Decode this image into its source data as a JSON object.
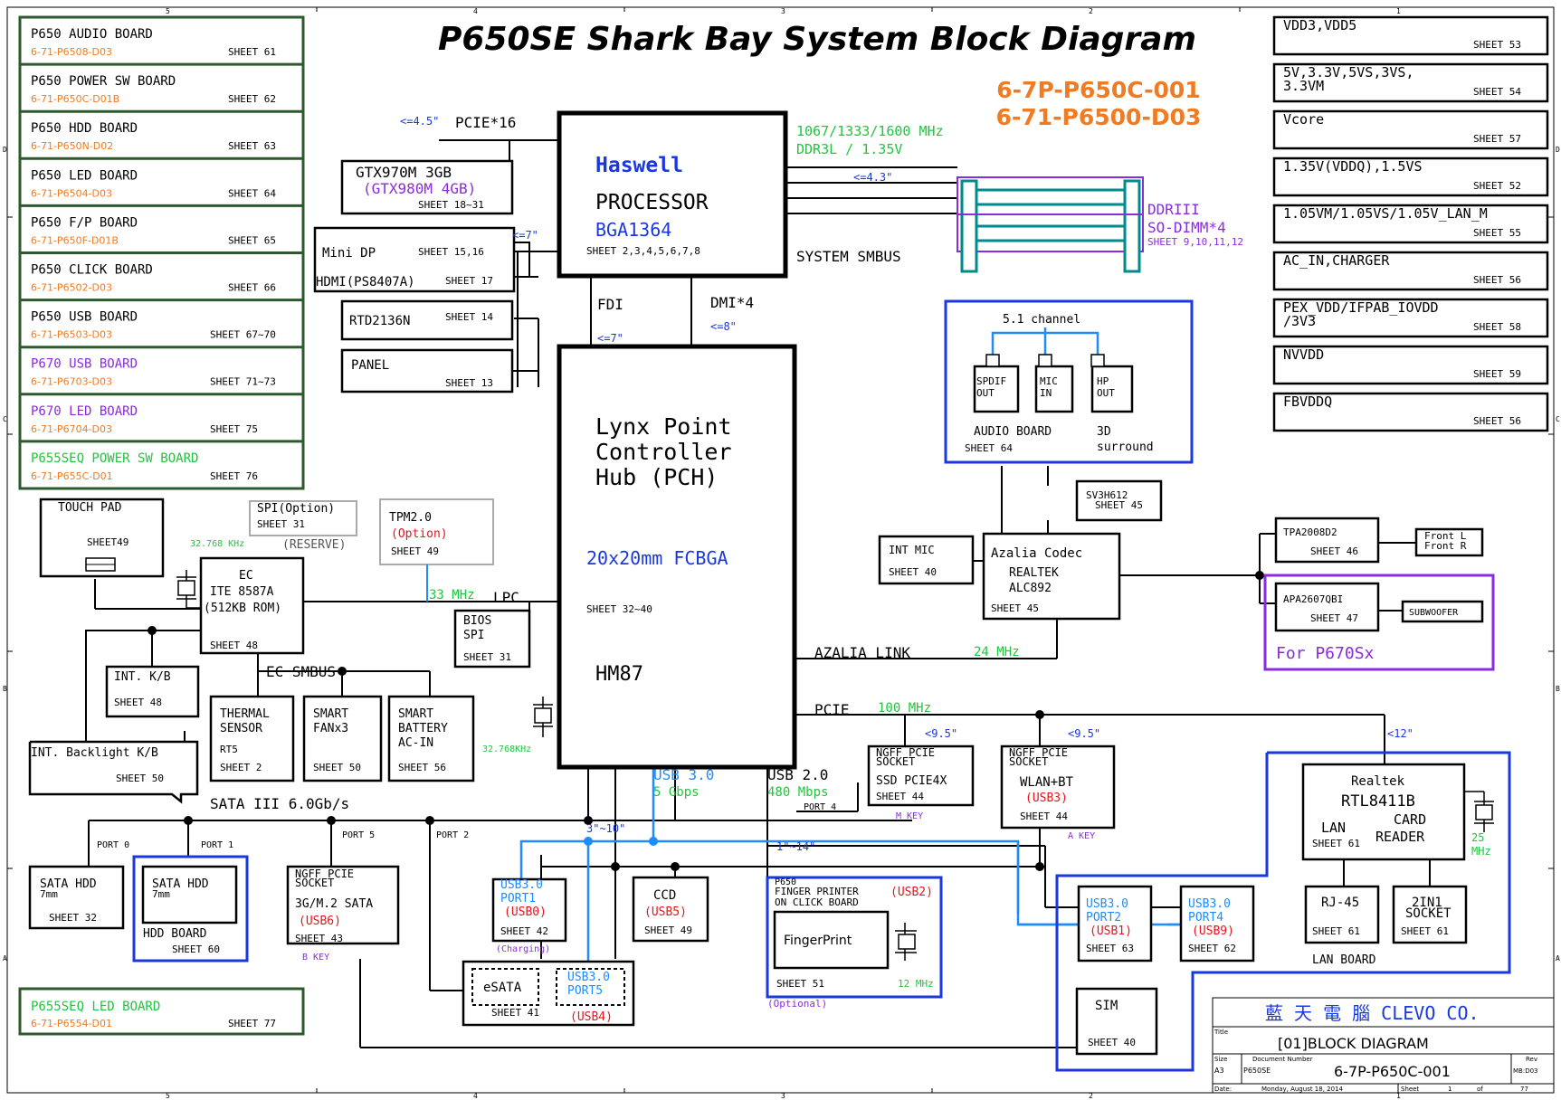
{
  "title": "P650SE Shark Bay System Block Diagram",
  "doc_numbers": [
    "6-7P-P650C-001",
    "6-71-P6500-D03"
  ],
  "colors": {
    "orange": "#f07b22",
    "purple": "#8a2be2",
    "green": "#21c53f",
    "blue": "#1a38e0",
    "cyan": "#1e8bff",
    "red": "#e8141c",
    "black": "#000000"
  },
  "grid": {
    "top": [
      "5",
      "4",
      "3",
      "2",
      "1"
    ],
    "bottom": [
      "5",
      "4",
      "3",
      "2",
      "1"
    ],
    "left": [
      "D",
      "C",
      "B",
      "A"
    ],
    "right": [
      "D",
      "C",
      "B",
      "A"
    ]
  },
  "boards_left": [
    {
      "name": "P650 AUDIO BOARD",
      "code": "6-71-P6508-D03",
      "sheet": "SHEET 61"
    },
    {
      "name": "P650 POWER SW BOARD",
      "code": "6-71-P650C-D01B",
      "sheet": "SHEET 62"
    },
    {
      "name": "P650 HDD BOARD",
      "code": "6-71-P650N-D02",
      "sheet": "SHEET 63"
    },
    {
      "name": "P650 LED BOARD",
      "code": "6-71-P6504-D03",
      "sheet": "SHEET 64"
    },
    {
      "name": "P650 F/P BOARD",
      "code": "6-71-P650F-D01B",
      "sheet": "SHEET 65"
    },
    {
      "name": "P650 CLICK BOARD",
      "code": "6-71-P6502-D03",
      "sheet": "SHEET 66"
    },
    {
      "name": "P650 USB BOARD",
      "code": "6-71-P6503-D03",
      "sheet": "SHEET 67~70"
    },
    {
      "name": "P670 USB BOARD",
      "code": "6-71-P6703-D03",
      "sheet": "SHEET 71~73"
    },
    {
      "name": "P670 LED BOARD",
      "code": "6-71-P6704-D03",
      "sheet": "SHEET 75"
    },
    {
      "name": "P655SEQ POWER SW BOARD",
      "code": "6-71-P655C-D01",
      "sheet": "SHEET 76"
    }
  ],
  "board_led_bottom": {
    "name": "P655SEQ LED BOARD",
    "code": "6-71-P6554-D01",
    "sheet": "SHEET 77"
  },
  "power_rails": [
    {
      "name": "VDD3,VDD5",
      "sheet": "SHEET 53"
    },
    {
      "name": "5V,3.3V,5VS,3VS,",
      "name2": "3.3VM",
      "sheet": "SHEET 54"
    },
    {
      "name": "Vcore",
      "sheet": "SHEET 57"
    },
    {
      "name": "1.35V(VDDQ),1.5VS",
      "sheet": "SHEET 52"
    },
    {
      "name": "1.05VM/1.05VS/1.05V_LAN_M",
      "sheet": "SHEET 55"
    },
    {
      "name": "AC_IN,CHARGER",
      "sheet": "SHEET 56"
    },
    {
      "name": "PEX_VDD/IFPAB_IOVDD",
      "name2": "/3V3",
      "sheet": "SHEET 58"
    },
    {
      "name": "NVVDD",
      "sheet": "SHEET 59"
    },
    {
      "name": "FBVDDQ",
      "sheet": "SHEET 56"
    }
  ],
  "cpu": {
    "l1": "Haswell",
    "l2": "PROCESSOR",
    "l3": "BGA1364",
    "sheet": "SHEET 2,3,4,5,6,7,8"
  },
  "pch": {
    "l1": "Lynx Point",
    "l2": "Controller",
    "l3": "Hub (PCH)",
    "pkg": "20x20mm FCBGA",
    "sheet": "SHEET 32~40",
    "chip": "HM87"
  },
  "gpu": {
    "l1": "GTX970M 3GB",
    "l2": "(GTX980M 4GB)",
    "sheet": "SHEET 18~31"
  },
  "minidp": {
    "l1": "Mini DP",
    "s1": "SHEET 15,16",
    "l2": "HDMI(PS8407A)",
    "s2": "SHEET 17"
  },
  "rtd": {
    "name": "RTD2136N",
    "sheet": "SHEET 14"
  },
  "panel": {
    "name": "PANEL",
    "sheet": "SHEET 13"
  },
  "ddr": {
    "freq": "1067/1333/1600 MHz",
    "volt": "DDR3L / 1.35V",
    "len": "<=4.3\"",
    "l1": "DDRIII",
    "l2": "SO-DIMM*4",
    "sheet": "SHEET 9,10,11,12",
    "smbus": "SYSTEM SMBUS"
  },
  "labels": {
    "pcie16": "PCIE*16",
    "pcie16_len": "<=4.5\"",
    "disp_len": "<=7\"",
    "fdi": "FDI",
    "fdi_len": "<=7\"",
    "dmi": "DMI*4",
    "dmi_len": "<=8\"",
    "lpc": "LPC",
    "lpc_freq": "33 MHz",
    "ec_smbus": "EC SMBUS",
    "sata": "SATA III 6.0Gb/s",
    "azalia": "AZALIA LINK",
    "azalia_freq": "24 MHz",
    "pcie": "PCIE",
    "pcie_freq": "100 MHz",
    "usb3": "USB 3.0",
    "usb3_rate": "5 Gbps",
    "usb2": "USB 2.0",
    "usb2_rate": "480 Mbps",
    "usb3_len": "3\"~10\"",
    "usb2_len": "1\"~14\"",
    "len95a": "<9.5\"",
    "len95b": "<9.5\"",
    "len12": "<12\"",
    "xtal1": "32.768 KHz",
    "xtal2": "32.768KHz"
  },
  "touchpad": {
    "name": "TOUCH PAD",
    "sheet": "SHEET49"
  },
  "spi": {
    "l1": "SPI(Option)",
    "sheet": "SHEET 31",
    "reserve": "(RESERVE)"
  },
  "tpm": {
    "name": "TPM2.0",
    "opt": "(Option)",
    "sheet": "SHEET 49"
  },
  "ec": {
    "l1": "EC",
    "l2": "ITE 8587A",
    "l3": "(512KB ROM)",
    "sheet": "SHEET 48"
  },
  "bios": {
    "l1": "BIOS",
    "l2": "SPI",
    "sheet": "SHEET 31"
  },
  "intkb": {
    "name": "INT. K/B",
    "sheet": "SHEET 48"
  },
  "backlight": {
    "name": "INT. Backlight K/B",
    "sheet": "SHEET 50"
  },
  "thermal": {
    "l1": "THERMAL",
    "l2": "SENSOR",
    "l3": "RT5",
    "sheet": "SHEET 2"
  },
  "fan": {
    "l1": "SMART",
    "l2": "FANx3",
    "sheet": "SHEET 50"
  },
  "battery": {
    "l1": "SMART",
    "l2": "BATTERY",
    "l3": "AC-IN",
    "sheet": "SHEET 56"
  },
  "audio": {
    "ch": "5.1 channel",
    "j1": [
      "SPDIF",
      "OUT"
    ],
    "j2": [
      "MIC",
      "IN"
    ],
    "j3": [
      "HP",
      "OUT"
    ],
    "board": "AUDIO BOARD",
    "sheet": "SHEET 64",
    "s3d": "3D",
    "sur": "surround"
  },
  "sv3h": {
    "name": "SV3H612",
    "sheet": "SHEET 45"
  },
  "intmic": {
    "name": "INT MIC",
    "sheet": "SHEET 40"
  },
  "codec": {
    "l1": "Azalia Codec",
    "l2": "REALTEK",
    "l3": "ALC892",
    "sheet": "SHEET 45"
  },
  "tpa": {
    "name": "TPA2008D2",
    "sheet": "SHEET 46"
  },
  "front": {
    "l1": "Front L",
    "l2": "Front R"
  },
  "apa": {
    "name": "APA2607QBI",
    "sheet": "SHEET 47"
  },
  "sub": {
    "name": "SUBWOOFER"
  },
  "p670sx": "For P670Sx",
  "ssd": {
    "l1": "NGFF PCIE",
    "l2": "SOCKET",
    "l3": "SSD PCIE4X",
    "sheet": "SHEET 44",
    "key": "M KEY"
  },
  "wlan": {
    "l1": "NGFF PCIE",
    "l2": "SOCKET",
    "l3": "WLAN+BT",
    "usb": "(USB3)",
    "sheet": "SHEET 44",
    "key": "A KEY"
  },
  "realtek": {
    "l1": "Realtek",
    "l2": "RTL8411B",
    "lan": "LAN",
    "card": "CARD",
    "reader": "READER",
    "sheet": "SHEET 61",
    "freq1": "25",
    "freq2": "MHz"
  },
  "ports": {
    "p0": "PORT 0",
    "p1": "PORT 1",
    "p5": "PORT 5",
    "p2": "PORT 2",
    "p4": "PORT 4"
  },
  "hdd1": {
    "l1": "SATA HDD",
    "l2": "7mm",
    "sheet": "SHEET 32"
  },
  "hdd2": {
    "l1": "SATA HDD",
    "l2": "7mm",
    "board": "HDD BOARD",
    "sheet": "SHEET 60"
  },
  "msata": {
    "l1": "NGFF PCIE",
    "l2": "SOCKET",
    "l3": "3G/M.2 SATA",
    "usb": "(USB6)",
    "sheet": "SHEET 43",
    "key": "B KEY"
  },
  "usb_p1": {
    "l1": "USB3.0",
    "l2": "PORT1",
    "usb": "(USB0)",
    "sheet": "SHEET 42",
    "note": "(Charging)"
  },
  "ccd": {
    "name": "CCD",
    "usb": "(USB5)",
    "sheet": "SHEET 49"
  },
  "esata": {
    "name": "eSATA",
    "p5a": "USB3.0",
    "p5b": "PORT5",
    "sheet": "SHEET 41",
    "usb": "(USB4)"
  },
  "finger": {
    "l1": "P650",
    "l2": "FINGER PRINTER",
    "l3": "ON CLICK BOARD",
    "usb": "(USB2)",
    "fp": "FingerPrint",
    "sheet": "SHEET 51",
    "freq": "12 MHz",
    "opt": "(Optional)"
  },
  "usb_p2": {
    "l1": "USB3.0",
    "l2": "PORT2",
    "usb": "(USB1)",
    "sheet": "SHEET 63"
  },
  "usb_p4": {
    "l1": "USB3.0",
    "l2": "PORT4",
    "usb": "(USB9)",
    "sheet": "SHEET 62"
  },
  "rj45": {
    "name": "RJ-45",
    "sheet": "SHEET 61"
  },
  "in21": {
    "l1": "2IN1",
    "l2": "SOCKET",
    "sheet": "SHEET 61"
  },
  "lanboard": "LAN BOARD",
  "sim": {
    "name": "SIM",
    "sheet": "SHEET 40"
  },
  "titleblock": {
    "company": "藍 天 電 腦  CLEVO CO.",
    "title_label": "Title",
    "title": "[01]BLOCK DIAGRAM",
    "size_label": "Size",
    "size": "A3",
    "docnum_label": "Document Number",
    "model": "P650SE",
    "docnum": "6-7P-P650C-001",
    "rev_label": "Rev",
    "rev": "MB:D03",
    "date_label": "Date:",
    "date": "Monday, August 18, 2014",
    "sheet_label": "Sheet",
    "sheet": "1",
    "of": "of",
    "total": "77"
  }
}
